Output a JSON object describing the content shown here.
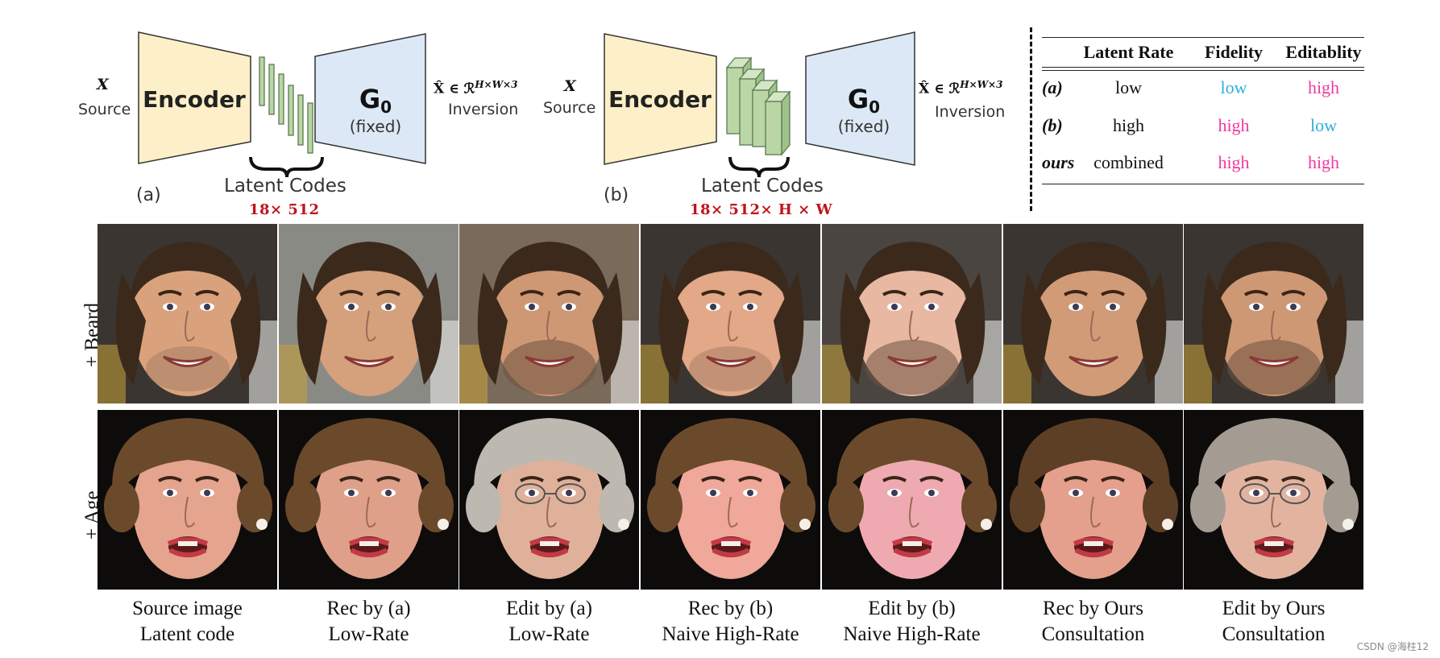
{
  "diagram_a": {
    "source_symbol": "X",
    "source_label": "Source",
    "encoder_label": "Encoder",
    "generator_label": "G",
    "generator_subscript": "0",
    "generator_note": "(fixed)",
    "inversion_math": "X̂ ∈ ℛ",
    "inversion_sup": "H×W×3",
    "inversion_label": "Inversion",
    "panel_tag": "(a)",
    "latent_label": "Latent Codes",
    "latent_dims": "18× 512"
  },
  "diagram_b": {
    "source_symbol": "X",
    "source_label": "Source",
    "encoder_label": "Encoder",
    "generator_label": "G",
    "generator_subscript": "0",
    "generator_note": "(fixed)",
    "inversion_math": "X̂ ∈ ℛ",
    "inversion_sup": "H×W×3",
    "inversion_label": "Inversion",
    "panel_tag": "(b)",
    "latent_label": "Latent Codes",
    "latent_dims": "18× 512× H × W"
  },
  "colors": {
    "encoder_fill": "#fdf0c8",
    "generator_fill": "#dce8f5",
    "latent_fill": "#b9d6a4",
    "latent_stroke": "#5a7a52",
    "low_color": "#2bb0dd",
    "high_color": "#ee3aa0",
    "dim_color": "#c0141b"
  },
  "table": {
    "headers": [
      "",
      "Latent Rate",
      "Fidelity",
      "Editablity"
    ],
    "rows": [
      {
        "label": "(a)",
        "rate": "low",
        "fidelity": "low",
        "editability": "high"
      },
      {
        "label": "(b)",
        "rate": "high",
        "fidelity": "high",
        "editability": "low"
      },
      {
        "label": "ours",
        "rate": "combined",
        "fidelity": "high",
        "editability": "high"
      }
    ]
  },
  "rows": [
    {
      "label": "+ Beard"
    },
    {
      "label": "+ Age"
    }
  ],
  "columns": [
    {
      "line1": "Source image",
      "line2": "Latent code"
    },
    {
      "line1": "Rec by (a)",
      "line2": "Low-Rate"
    },
    {
      "line1": "Edit by (a)",
      "line2": "Low-Rate"
    },
    {
      "line1": "Rec by (b)",
      "line2": "Naive High-Rate"
    },
    {
      "line1": "Edit by (b)",
      "line2": "Naive High-Rate"
    },
    {
      "line1": "Rec by Ours",
      "line2": "Consultation"
    },
    {
      "line1": "Edit by Ours",
      "line2": "Consultation"
    }
  ],
  "credit": "CSDN @海柱12"
}
